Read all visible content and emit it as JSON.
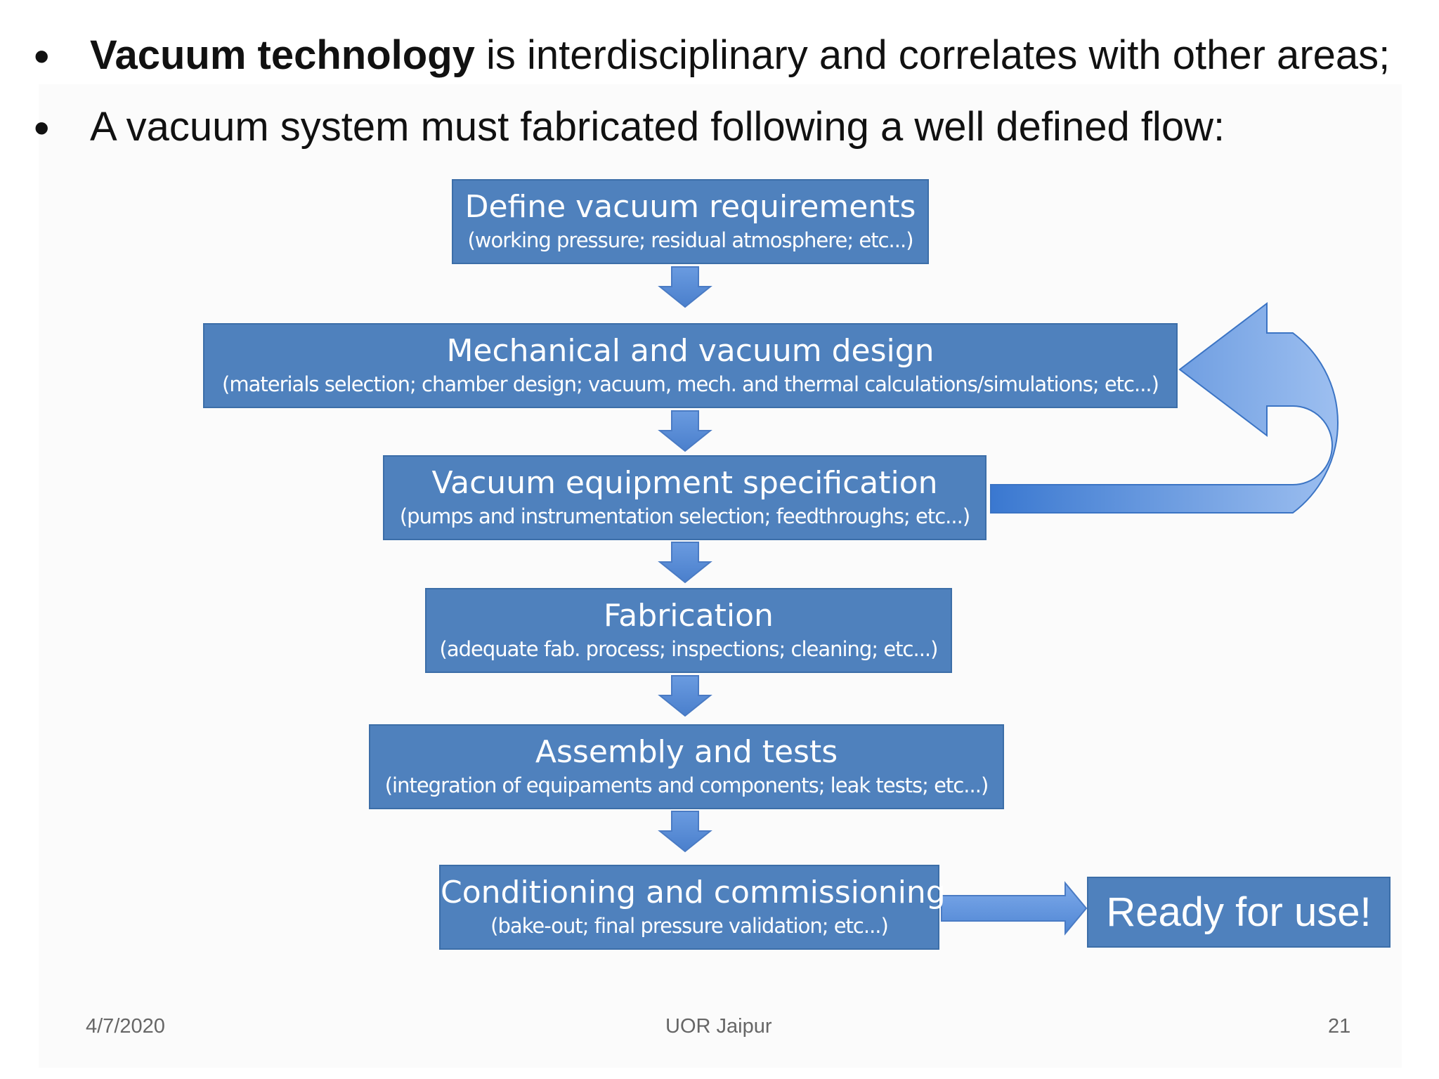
{
  "bullets": [
    {
      "bold": "Vacuum technology",
      "rest": " is interdisciplinary and correlates with other areas;"
    },
    {
      "bold": "",
      "rest": "A vacuum system must fabricated following a well defined flow:"
    }
  ],
  "steps": [
    {
      "title": "Define vacuum requirements",
      "sub": "(working pressure; residual atmosphere; etc...)"
    },
    {
      "title": "Mechanical and vacuum design",
      "sub": "(materials selection; chamber design; vacuum, mech. and thermal calculations/simulations; etc...)"
    },
    {
      "title": "Vacuum equipment specification",
      "sub": "(pumps and instrumentation selection; feedthroughs; etc...)"
    },
    {
      "title": "Fabrication",
      "sub": "(adequate fab. process; inspections; cleaning; etc...)"
    },
    {
      "title": "Assembly and tests",
      "sub": "(integration of equipaments and components; leak tests; etc...)"
    },
    {
      "title": "Conditioning and commissioning",
      "sub": "(bake-out; final pressure validation; etc...)"
    }
  ],
  "ready": "Ready for use!",
  "footer": {
    "date": "4/7/2020",
    "center": "UOR Jaipur",
    "page": "21"
  },
  "colors": {
    "box_fill": "#4f81bd",
    "arrow_fill": "#5b8fd6",
    "footer_text": "#666666"
  }
}
